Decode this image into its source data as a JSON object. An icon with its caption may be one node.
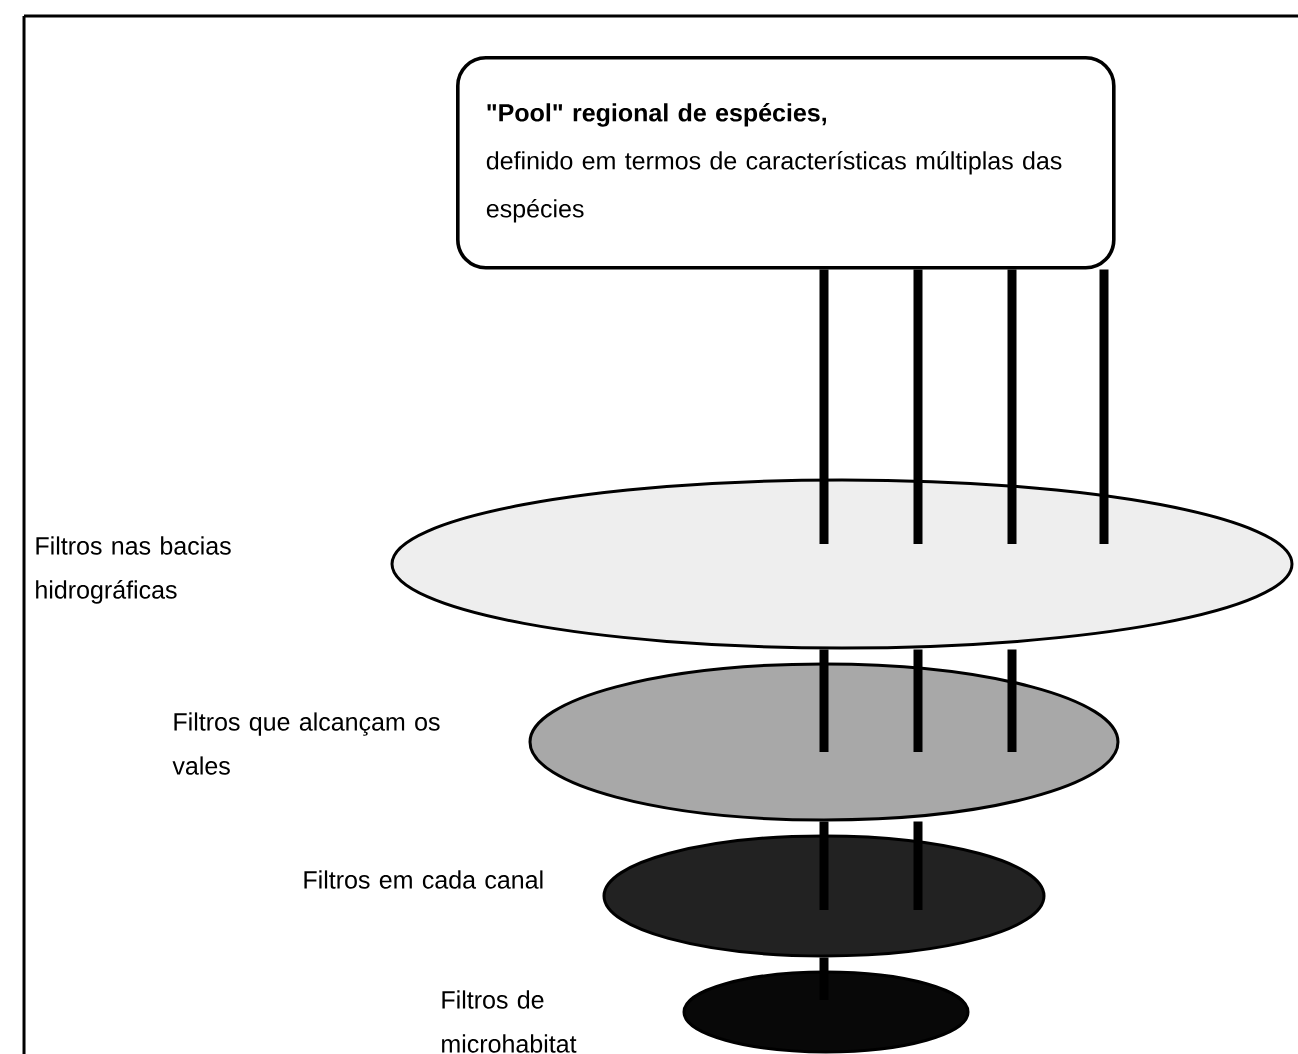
{
  "diagram": {
    "nodes": [
      {
        "text": [
          "\"Pool\" regional de espécies,",
          "definido em termos de características múltiplas das espécies"
        ]
      },
      {
        "text": [],
        "shape": "ellipse"
      },
      {
        "text": [],
        "shape": "ellipse"
      },
      {
        "text": [],
        "shape": "ellipse"
      },
      {
        "text": [],
        "shape": "ellipse"
      }
    ],
    "edges": [
      {
        "from": 0,
        "to": 1,
        "arrow": "none"
      },
      {
        "from": 0,
        "to": 1,
        "arrow": "none"
      },
      {
        "from": 0,
        "to": 1,
        "arrow": "none"
      },
      {
        "from": 0,
        "to": 1,
        "arrow": "none"
      },
      {
        "from": 1,
        "to": 2,
        "arrow": "none"
      },
      {
        "from": 1,
        "to": 2,
        "arrow": "none"
      },
      {
        "from": 1,
        "to": 2,
        "arrow": "none"
      },
      {
        "from": 2,
        "to": 3,
        "arrow": "none"
      },
      {
        "from": 2,
        "to": 3,
        "arrow": "none"
      },
      {
        "from": 3,
        "to": 4,
        "arrow": "none"
      }
    ],
    "labels": [
      "Filtros nas bacias hidrográficas",
      "Filtros que alcançam os vales",
      "Filtros em cada canal",
      "Filtros de microhabitat"
    ]
  }
}
